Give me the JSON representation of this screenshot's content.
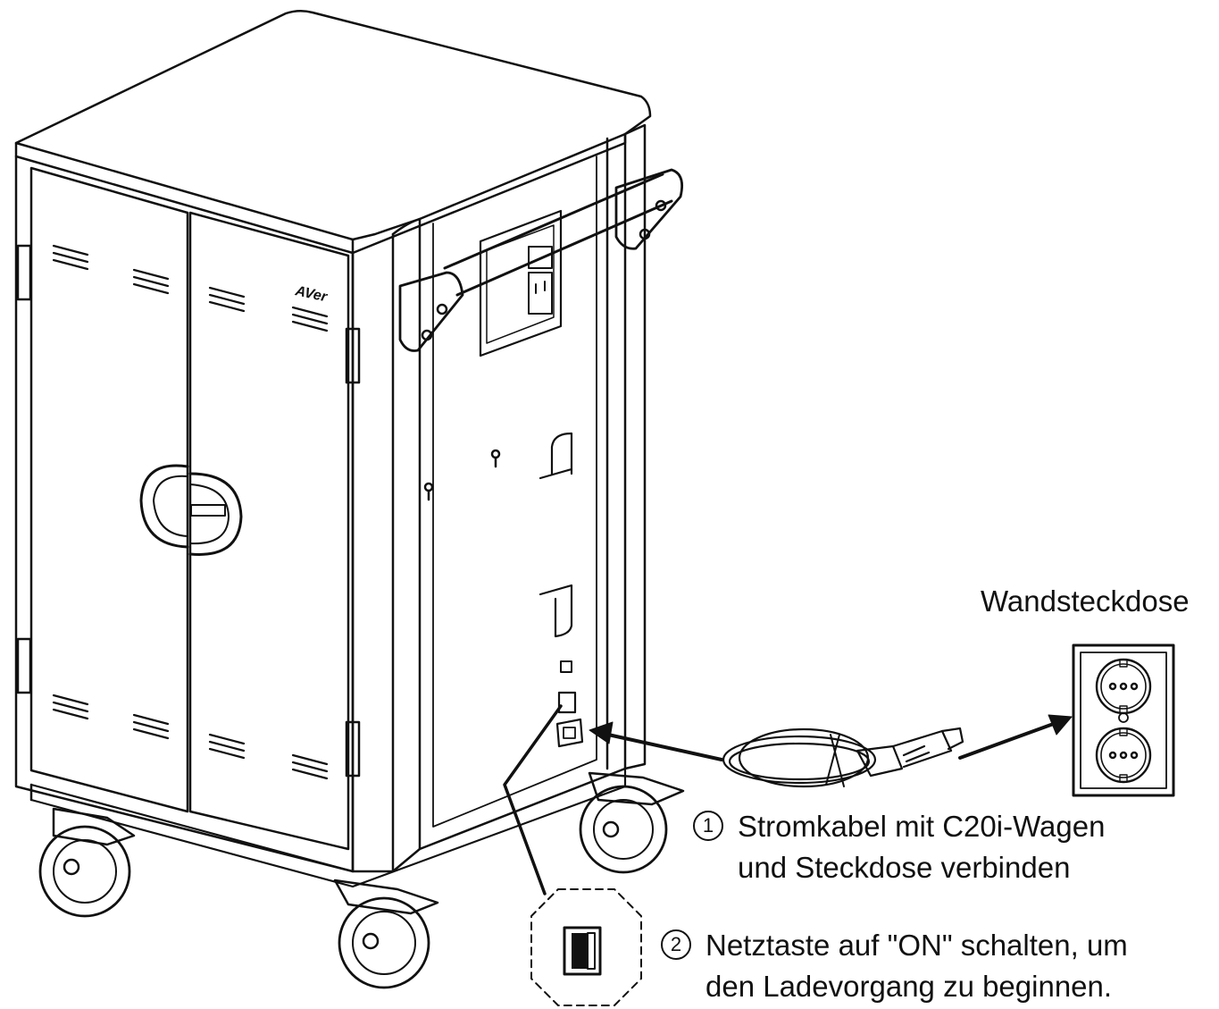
{
  "outlet": {
    "label": "Wandsteckdose"
  },
  "steps": [
    {
      "number": "1",
      "line1": "Stromkabel mit C20i-Wagen",
      "line2": "und Steckdose verbinden"
    },
    {
      "number": "2",
      "line1": "Netztaste auf \"ON\" schalten, um",
      "line2": "den Ladevorgang zu beginnen."
    }
  ],
  "cart": {
    "logo_text": "AVer"
  }
}
